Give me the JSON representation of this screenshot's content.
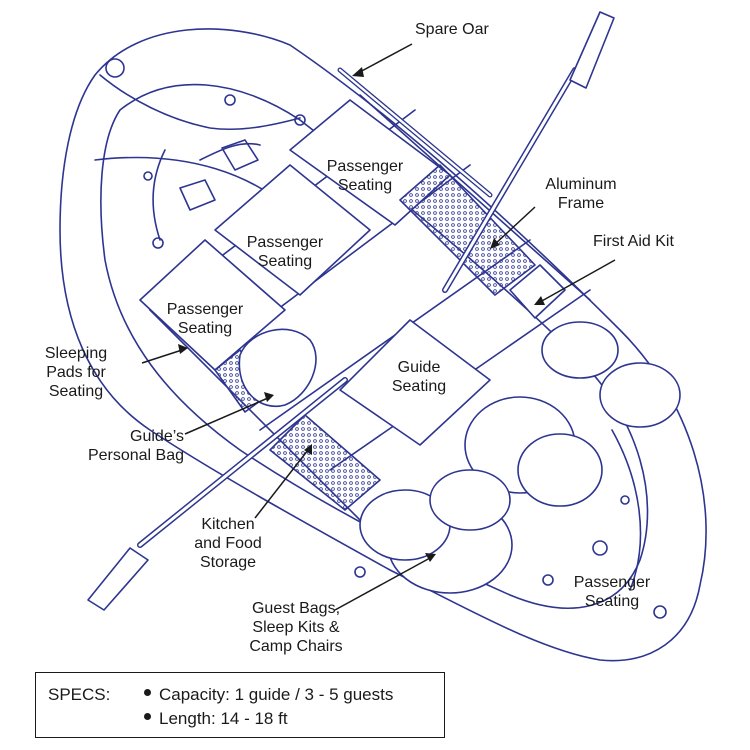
{
  "labels": {
    "spare_oar": "Spare Oar",
    "aluminum_frame": "Aluminum\nFrame",
    "first_aid_kit": "First Aid Kit",
    "passenger_seating_top": "Passenger\nSeating",
    "passenger_seating_mid": "Passenger\nSeating",
    "passenger_seating_left": "Passenger\nSeating",
    "passenger_seating_bottom": "Passenger\nSeating",
    "guide_seating": "Guide\nSeating",
    "sleeping_pads": "Sleeping\nPads for\nSeating",
    "guides_bag": "Guide’s\nPersonal Bag",
    "kitchen_storage": "Kitchen\nand Food\nStorage",
    "guest_bags": "Guest Bags,\nSleep Kits &\nCamp Chairs"
  },
  "specs": {
    "title": "SPECS:",
    "items": [
      "Capacity: 1 guide / 3 - 5 guests",
      "Length: 14 - 18 ft"
    ]
  },
  "colors": {
    "line": "#2d3590",
    "text": "#1a1a1a",
    "background": "#ffffff"
  }
}
